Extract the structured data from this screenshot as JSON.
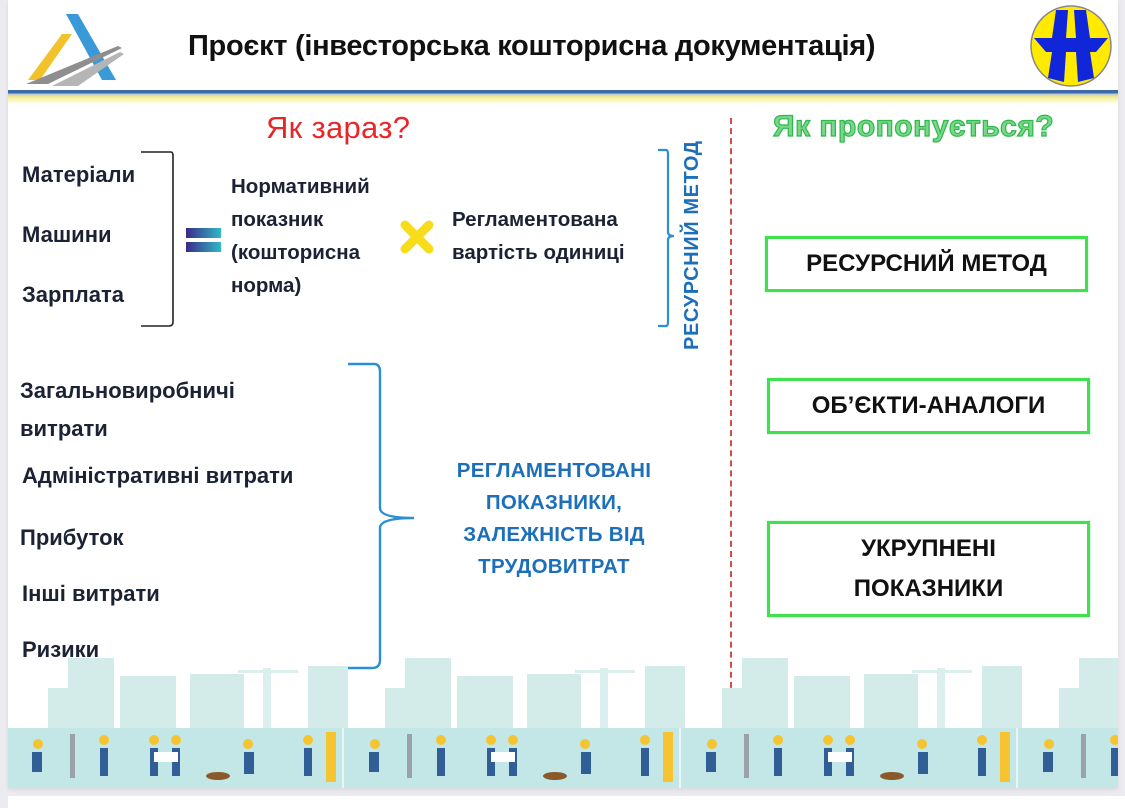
{
  "header": {
    "title": "Проєкт (інвесторська кошторисна документація)",
    "left_logo": "road-agency-logo",
    "right_logo": "highway-emblem"
  },
  "current": {
    "heading": "Як зараз?",
    "resources": [
      "Матеріали",
      "Машини",
      "Зарплата"
    ],
    "equals_icon": "equals-icon",
    "normative": [
      "Нормативний",
      "показник",
      "(кошторисна",
      "норма)"
    ],
    "multiply_icon": "multiply-icon",
    "unit_cost": [
      "Регламентована",
      "вартість одиниці"
    ],
    "resource_method_vertical": "РЕСУРСНИЙ МЕТОД",
    "overheads": [
      [
        "Загальновиробничі",
        "витрати"
      ],
      [
        "Адміністративні витрати"
      ],
      [
        "Прибуток"
      ],
      [
        "Інші витрати"
      ],
      [
        "Ризики"
      ]
    ],
    "regulated": [
      "РЕГЛАМЕНТОВАНІ",
      "ПОКАЗНИКИ,",
      "ЗАЛЕЖНІСТЬ ВІД",
      "ТРУДОВИТРАТ"
    ]
  },
  "proposed": {
    "heading": "Як пропонується?",
    "boxes": [
      [
        "РЕСУРСНИЙ МЕТОД"
      ],
      [
        "ОБ’ЄКТИ-АНАЛОГИ"
      ],
      [
        "УКРУПНЕНІ",
        "ПОКАЗНИКИ"
      ]
    ]
  },
  "colors": {
    "red_heading": "#e8262a",
    "green_heading": "#2dba4a",
    "blue_text": "#1c6fb8",
    "box_border": "#3fe24c",
    "footer_teal": "#c3e7e6"
  }
}
